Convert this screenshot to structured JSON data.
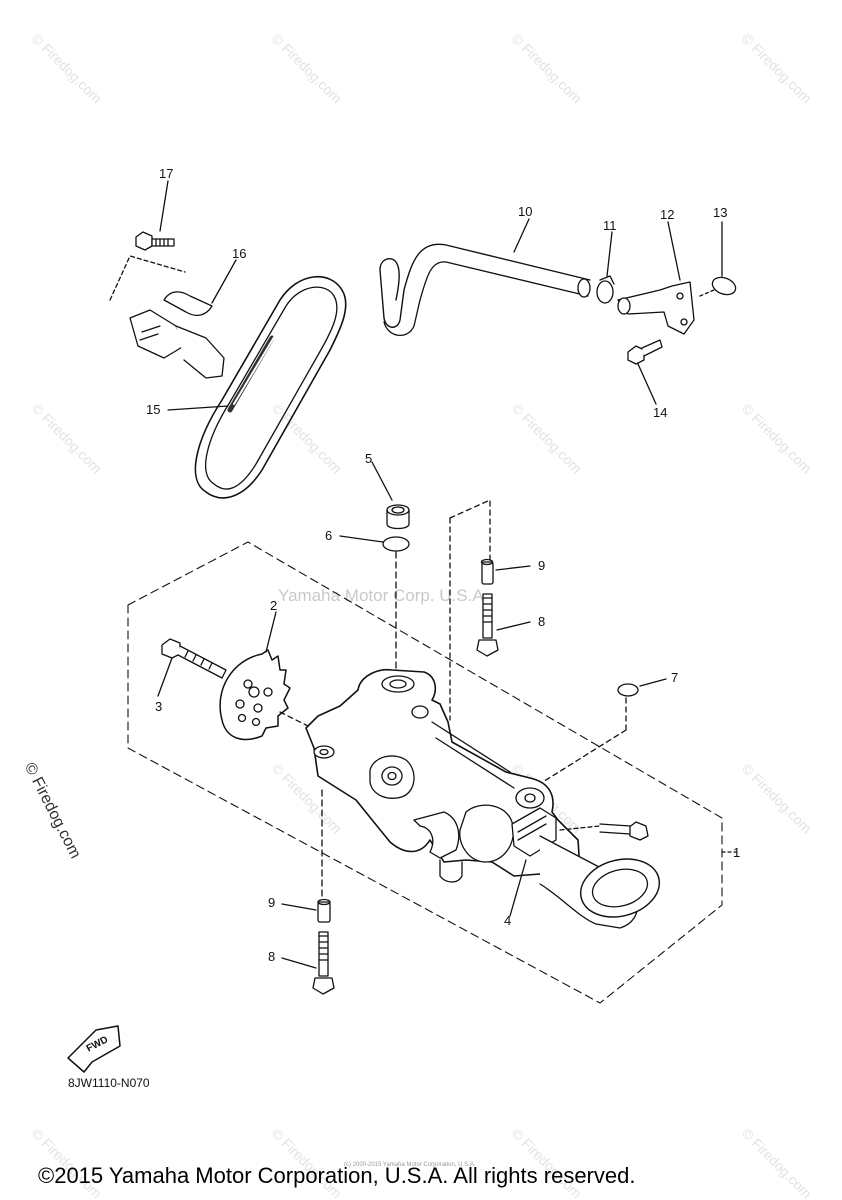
{
  "watermark_text": "© Firedog.com",
  "center_watermark": "Yamaha Motor Corp. U.S.A.",
  "part_code": "8JW1110-N070",
  "fwd_label": "FWD",
  "copyright": "©2015 Yamaha Motor Corporation, U.S.A. All rights reserved.",
  "fine_print": "(c) 2000-2015 Yamaha Motor Corporation, U.S.A.",
  "callouts": {
    "c1": "1",
    "c2": "2",
    "c3": "3",
    "c4": "4",
    "c5": "5",
    "c6": "6",
    "c7": "7",
    "c8a": "8",
    "c8b": "8",
    "c9a": "9",
    "c9b": "9",
    "c10": "10",
    "c11": "11",
    "c12": "12",
    "c13": "13",
    "c14": "14",
    "c15": "15",
    "c16": "16",
    "c17": "17"
  }
}
